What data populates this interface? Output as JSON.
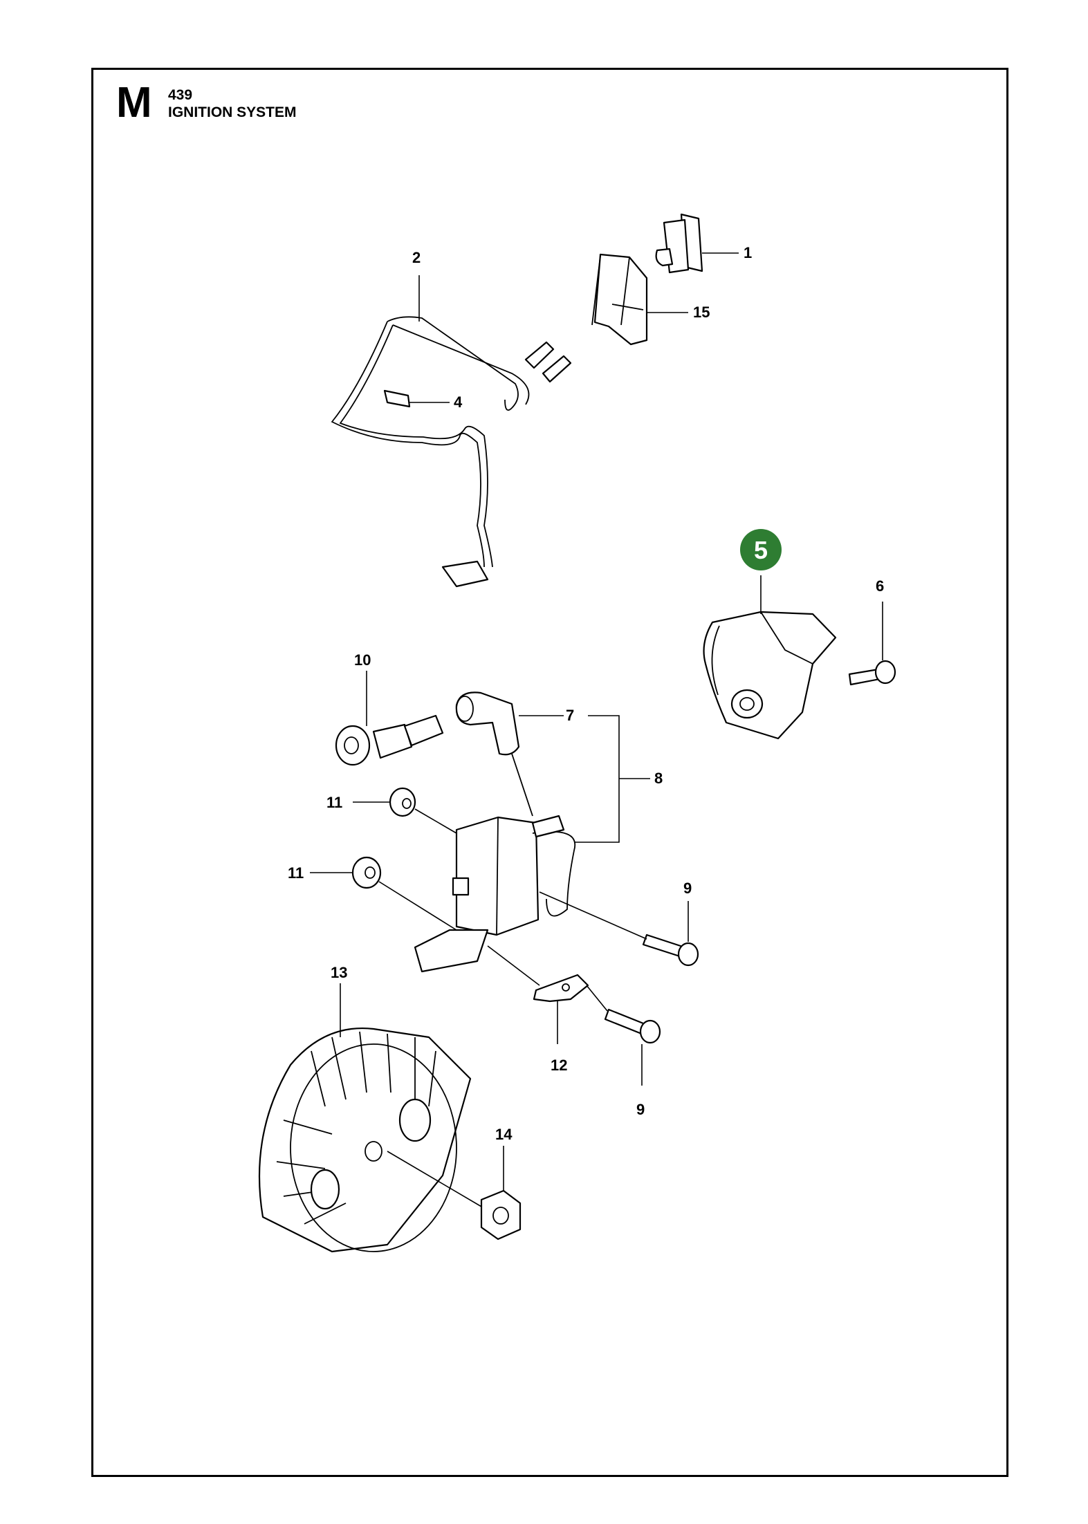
{
  "header": {
    "section_letter": "M",
    "model": "439",
    "title": "IGNITION SYSTEM"
  },
  "highlight": {
    "part_number": "5",
    "color": "#2e7d32"
  },
  "callouts": {
    "c1": "1",
    "c2": "2",
    "c4": "4",
    "c6": "6",
    "c7": "7",
    "c8": "8",
    "c9a": "9",
    "c9b": "9",
    "c10": "10",
    "c11a": "11",
    "c11b": "11",
    "c12": "12",
    "c13": "13",
    "c14": "14",
    "c15": "15"
  }
}
